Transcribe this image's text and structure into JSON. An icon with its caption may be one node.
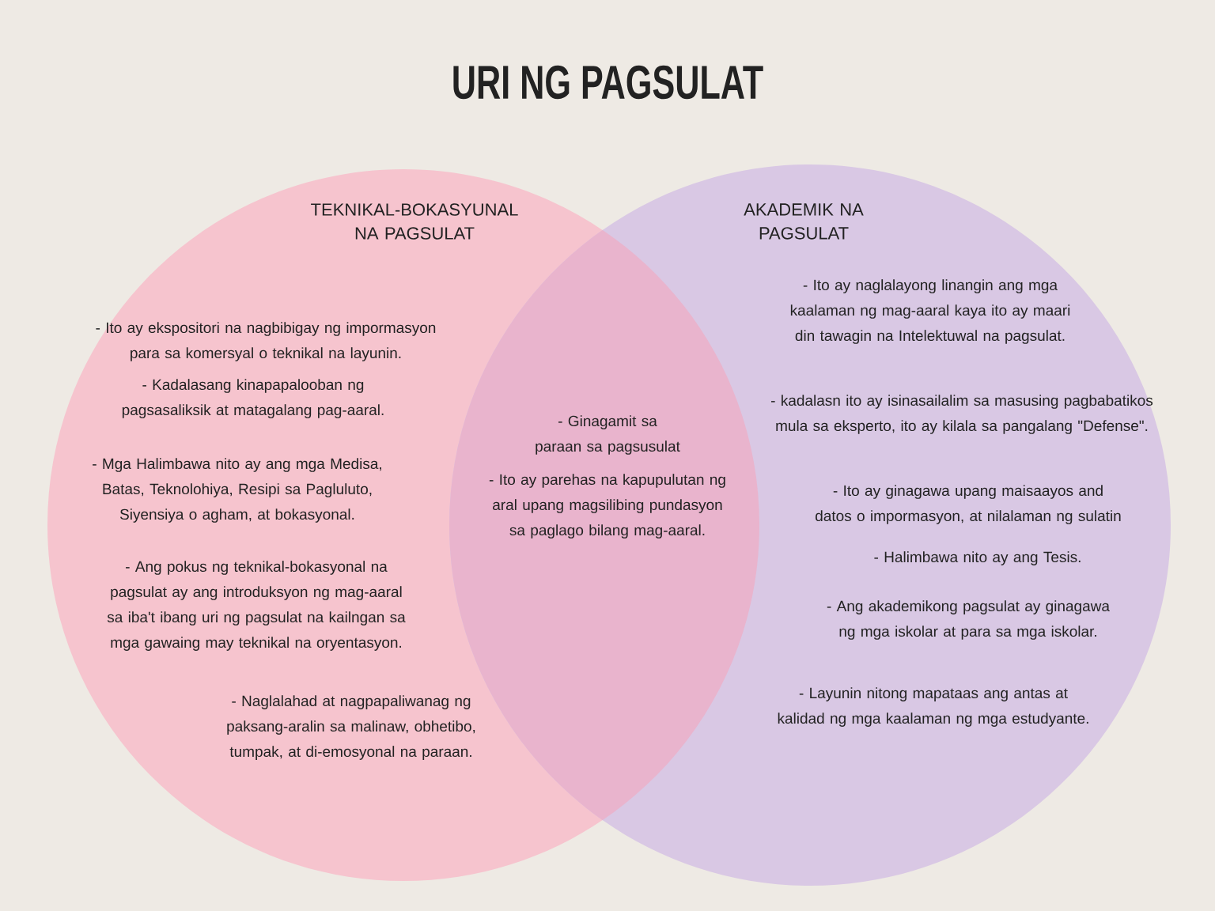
{
  "diagram": {
    "title": "URI NG PAGSULAT",
    "nodes": [
      {
        "text": [
          "TEKNIKAL-BOKASYUNAL NA PAGSULAT",
          "- Ito ay ekspositori na nagbibigay ng impormasyon para sa komersyal o teknikal na layunin.",
          "- Kadalasang kinapapalooban ng pagsasaliksik at matagalang pag-aaral.",
          "- Mga Halimbawa nito ay ang mga Medisa, Batas, Teknolohiya, Resipi sa Pagluluto, Siyensiya o agham, at bokasyonal.",
          "- Ang pokus ng teknikal-bokasyonal na pagsulat ay ang introduksyon ng mag-aaral sa iba't ibang uri ng pagsulat na kailngan sa mga gawaing may teknikal na oryentasyon.",
          "- Naglalahad at nagpapaliwanag ng paksang-aralin sa malinaw, obhetibo, tumpak, at di-emosyonal na paraan."
        ]
      },
      {
        "text": [
          "AKADEMIK NA PAGSULAT",
          "- Ito ay naglalayong linangin ang mga kaalaman ng mag-aaral kaya ito ay maari din tawagin na Intelektuwal na pagsulat.",
          "- kadalasn ito ay isinasailalim sa masusing pagbabatikos mula sa eksperto, ito ay kilala sa pangalang \"Defense\".",
          "- Ito ay ginagawa upang maisaayos and datos o impormasyon, at nilalaman ng sulatin",
          "- Halimbawa nito ay ang Tesis.",
          "- Ang akademikong pagsulat ay ginagawa ng mga iskolar at para sa mga iskolar.",
          "- Layunin nitong mapataas ang antas at kalidad ng mga kaalaman ng mga estudyante."
        ]
      }
    ],
    "edges": [],
    "labels": [
      "- Ginagamit sa paraan sa pagsusulat",
      "- Ito ay parehas na kapupulutan ng aral upang magsilibing pundasyon sa paglago bilang mag-aaral."
    ]
  }
}
